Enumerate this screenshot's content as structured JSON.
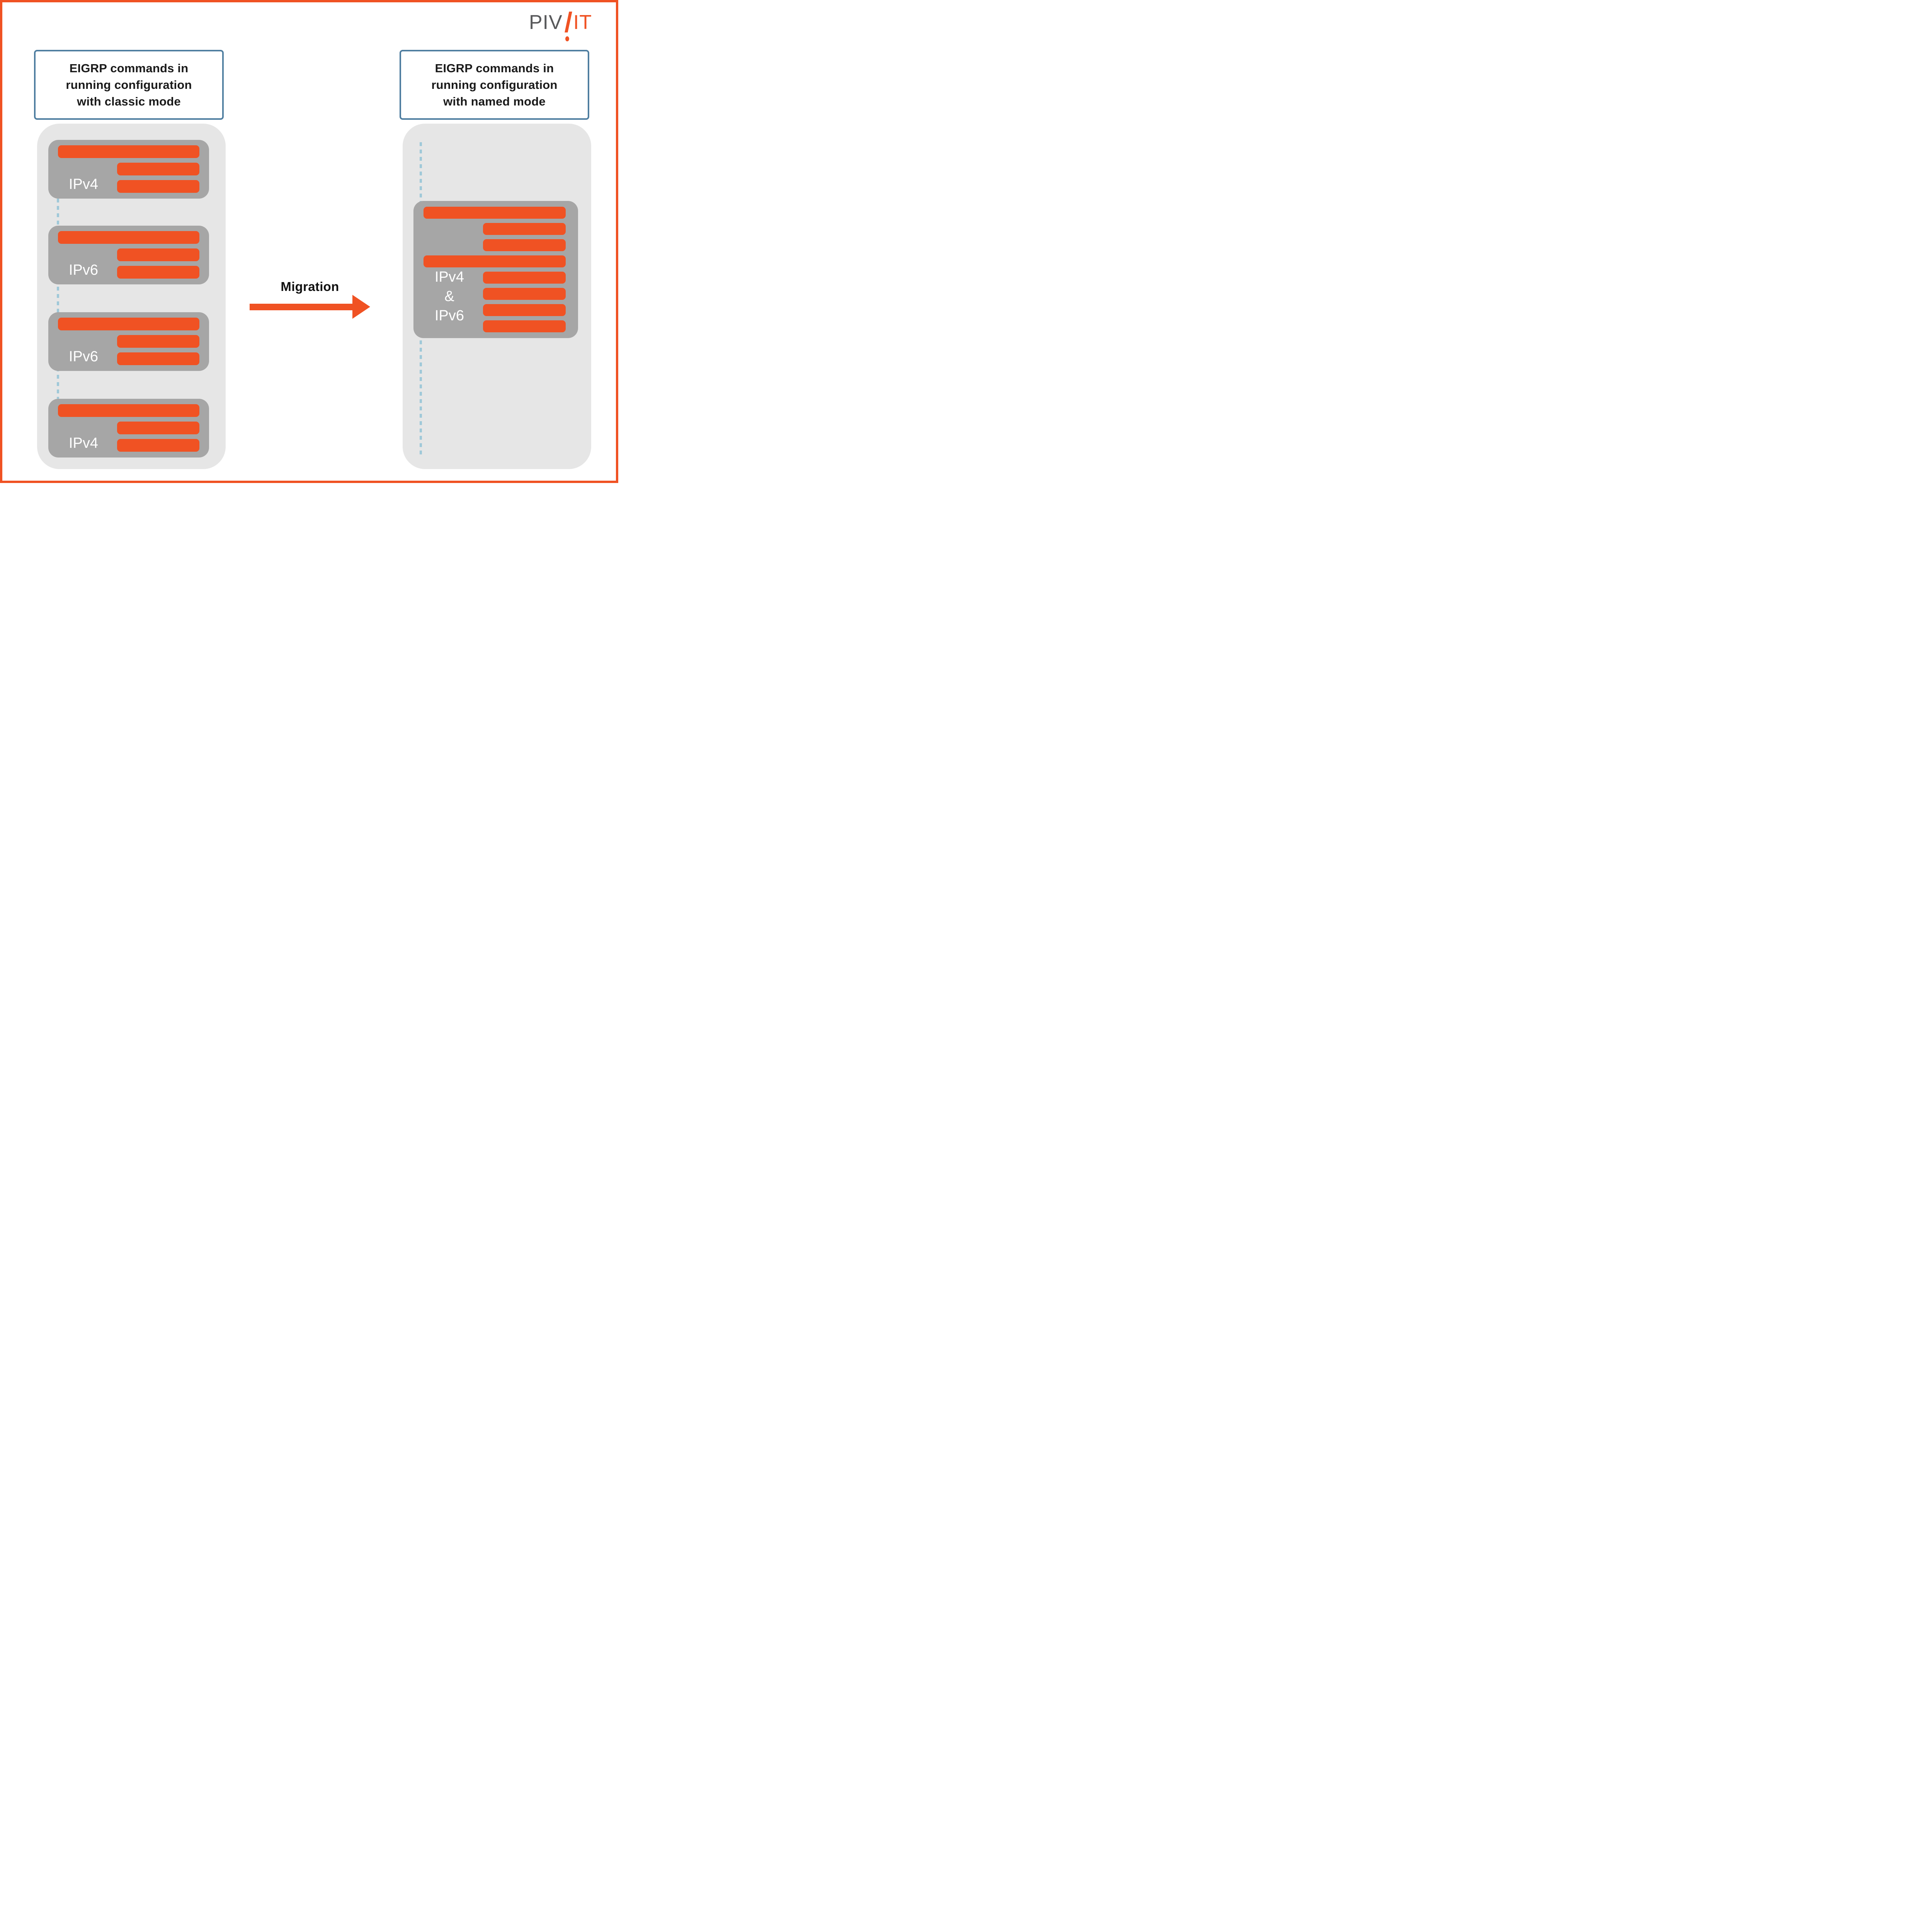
{
  "logo": {
    "gray_text": "PIV",
    "orange_text": "IT"
  },
  "left_column": {
    "title_lines": [
      "EIGRP commands in",
      "running configuration",
      "with classic mode"
    ],
    "blocks": [
      {
        "label": "IPv4"
      },
      {
        "label": "IPv6"
      },
      {
        "label": "IPv6"
      },
      {
        "label": "IPv4"
      }
    ]
  },
  "right_column": {
    "title_lines": [
      "EIGRP commands in",
      "running configuration",
      "with named mode"
    ],
    "block_label_lines": [
      "IPv4",
      "&",
      "IPv6"
    ]
  },
  "migration": {
    "label": "Migration"
  },
  "colors": {
    "accent_orange": "#f05223",
    "block_gray": "#a6a6a6",
    "panel_gray": "#e6e6e6",
    "title_border_blue": "#4f7ea0",
    "dashed_line_blue": "#a0c9d9",
    "logo_gray": "#58595b",
    "text_dark": "#1a1a1a"
  }
}
